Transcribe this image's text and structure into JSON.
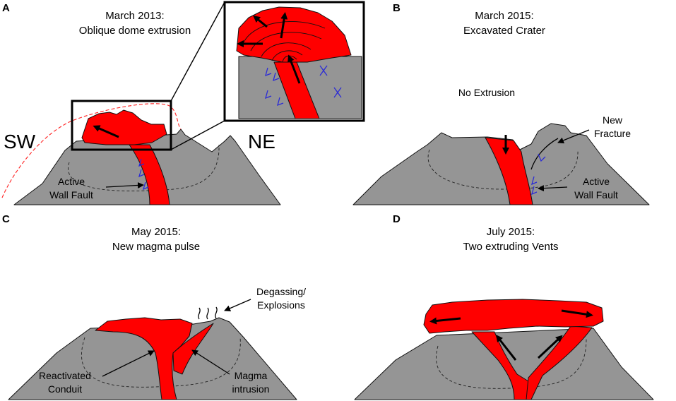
{
  "panels": {
    "a": {
      "label": "A",
      "title_line1": "March 2013:",
      "title_line2": "Oblique dome extrusion",
      "left_direction": "SW",
      "right_direction": "NE",
      "fault_line1": "Active",
      "fault_line2": "Wall Fault"
    },
    "b": {
      "label": "B",
      "title_line1": "March 2015:",
      "title_line2": "Excavated Crater",
      "no_extrusion": "No Extrusion",
      "fracture_line1": "New",
      "fracture_line2": "Fracture",
      "fault_line1": "Active",
      "fault_line2": "Wall Fault"
    },
    "c": {
      "label": "C",
      "title_line1": "May 2015:",
      "title_line2": "New magma pulse",
      "degassing_line1": "Degassing/",
      "degassing_line2": "Explosions",
      "conduit_line1": "Reactivated",
      "conduit_line2": "Conduit",
      "intrusion_line1": "Magma",
      "intrusion_line2": "intrusion"
    },
    "d": {
      "label": "D",
      "title_line1": "July 2015:",
      "title_line2": "Two extruding Vents"
    }
  },
  "colors": {
    "magma": "#ff0000",
    "rock": "#959595",
    "fault": "#2b2bd6",
    "outline": "#ff2020"
  }
}
